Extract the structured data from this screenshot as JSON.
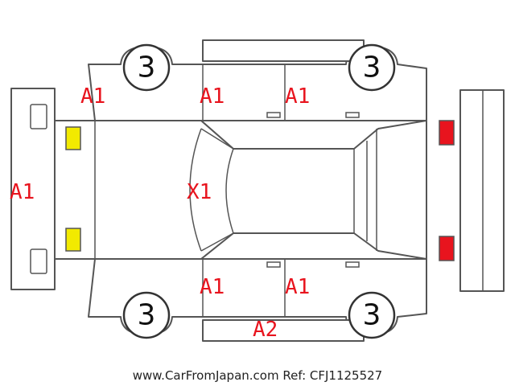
{
  "diagram": {
    "colors": {
      "damage_label": "#e8141e",
      "front_lamp": "#f2ea00",
      "rear_lamp": "#e8141e",
      "outline": "#555555"
    },
    "wheels": {
      "front_left": "3",
      "rear_left": "3",
      "front_right": "3",
      "rear_right": "3"
    },
    "labels": {
      "front_bumper": "A1",
      "front_fender_left": "A1",
      "front_door_left": "A1",
      "rear_door_left": "A1",
      "hood_roof": "X1",
      "front_door_right": "A1",
      "rear_door_right": "A1",
      "right_sill": "A2"
    },
    "footer": "www.CarFromJapan.com Ref: CFJ1125527"
  }
}
